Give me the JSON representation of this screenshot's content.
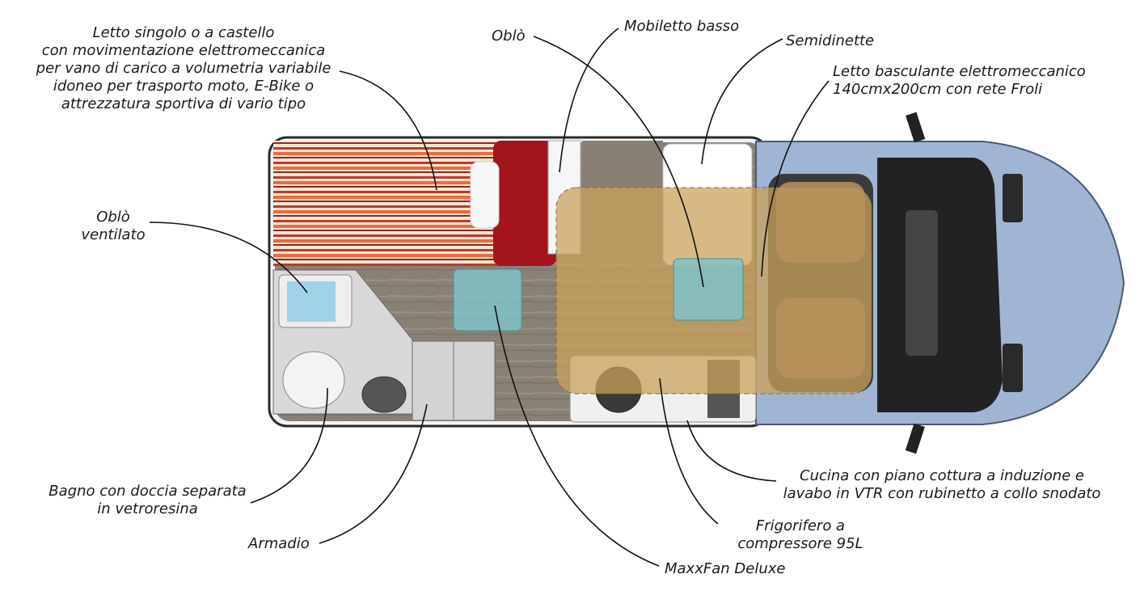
{
  "labels": {
    "bed": [
      "Letto singolo o a castello",
      "con movimentazione elettromeccanica",
      "per vano di carico a volumetria variabile",
      "idoneo per trasporto moto, E-Bike o",
      "attrezzatura sportiva di vario tipo"
    ],
    "oblo_top": "Oblò",
    "mobiletto": "Mobiletto basso",
    "semidinette": "Semidinette",
    "letto_basculante": [
      "Letto basculante elettromeccanico",
      "140cmx200cm con rete Froli"
    ],
    "oblo_ventilato": [
      "Oblò",
      "ventilato"
    ],
    "bagno": [
      "Bagno con doccia separata",
      "in vetroresina"
    ],
    "armadio": "Armadio",
    "maxxfan": "MaxxFan Deluxe",
    "frigorifero": [
      "Frigorifero a",
      "compressore 95L"
    ],
    "cucina": [
      "Cucina con piano cottura a induzione e",
      "lavabo in VTR con rubinetto a collo snodato"
    ]
  },
  "colors": {
    "body_outline": "#2b2b2b",
    "cab_blue": "#9fb5d3",
    "floor_wood": "#8b8378",
    "bed_red": "#a3141c",
    "bed_stripe_orange": "#e8532a",
    "bed_stripe_cream": "#efe3cf",
    "overlay_gold": "#c9a15a",
    "skylight_teal": "#7fc2c9",
    "callout": "#111111"
  }
}
